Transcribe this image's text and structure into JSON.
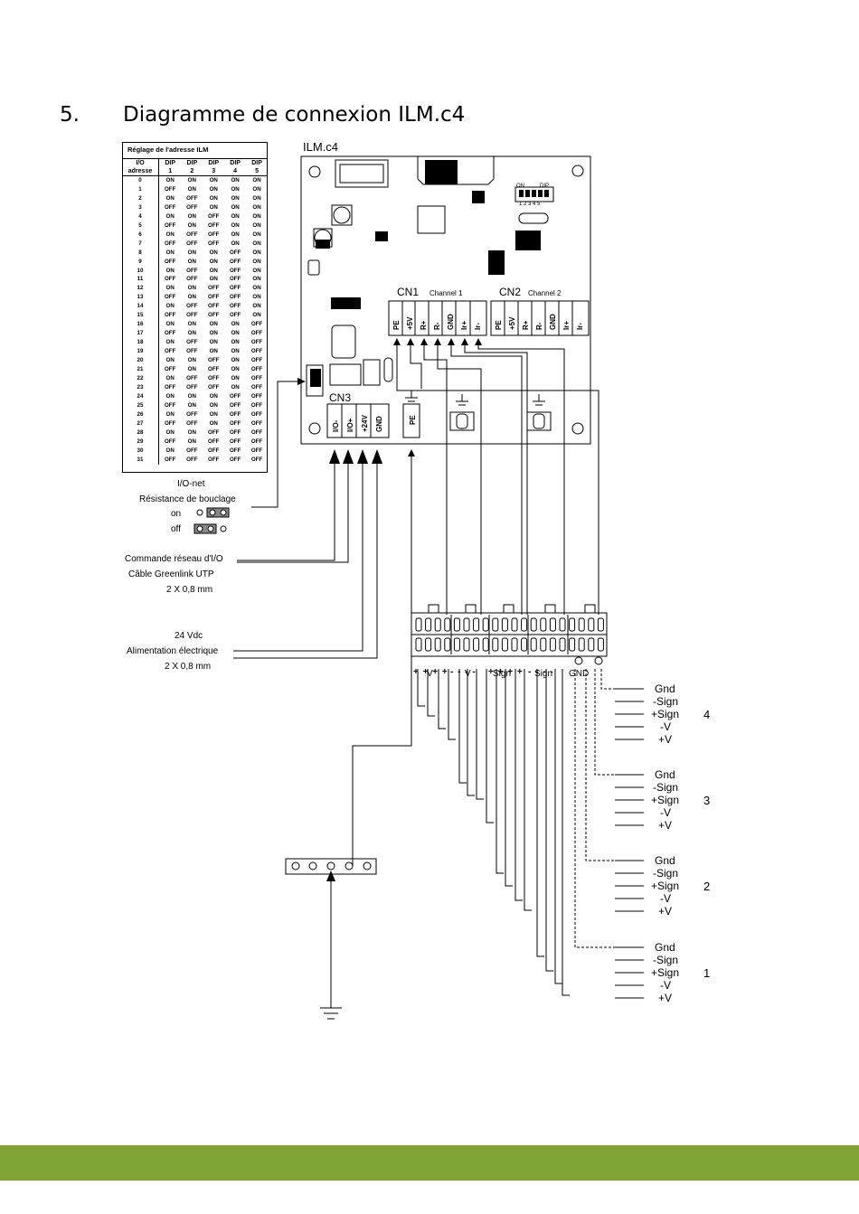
{
  "page": {
    "section_number": "5.",
    "section_title": "Diagramme de connexion ILM.c4",
    "footer_bar_color": "#7fa335"
  },
  "board": {
    "title": "ILM.c4",
    "cn1_label": "CN1",
    "cn1_channel": "Channel 1",
    "cn2_label": "CN2",
    "cn2_channel": "Channel 2",
    "cn3_label": "CN3",
    "cn1_pins": [
      "PE",
      "+5V",
      "R+",
      "R-",
      "GND",
      "Ir+",
      "Ir-"
    ],
    "cn2_pins": [
      "PE",
      "+5V",
      "R+",
      "R-",
      "GND",
      "Ir+",
      "Ir-"
    ],
    "cn3_pins": [
      "I/O-",
      "I/O+",
      "+24V",
      "GND"
    ],
    "pe_pin": "PE",
    "dip_on": "ON",
    "dip_label": "DIP",
    "dip_numbers": "1 2 3 4 5"
  },
  "address_table": {
    "title": "Réglage de l'adresse ILM",
    "col_io": [
      "I/O",
      "adresse"
    ],
    "col_dips": [
      [
        "DIP",
        "1"
      ],
      [
        "DIP",
        "2"
      ],
      [
        "DIP",
        "3"
      ],
      [
        "DIP",
        "4"
      ],
      [
        "DIP",
        "5"
      ]
    ],
    "rows": [
      [
        "0",
        "ON",
        "ON",
        "ON",
        "ON",
        "ON"
      ],
      [
        "1",
        "OFF",
        "ON",
        "ON",
        "ON",
        "ON"
      ],
      [
        "2",
        "ON",
        "OFF",
        "ON",
        "ON",
        "ON"
      ],
      [
        "3",
        "OFF",
        "OFF",
        "ON",
        "ON",
        "ON"
      ],
      [
        "4",
        "ON",
        "ON",
        "OFF",
        "ON",
        "ON"
      ],
      [
        "5",
        "OFF",
        "ON",
        "OFF",
        "ON",
        "ON"
      ],
      [
        "6",
        "ON",
        "OFF",
        "OFF",
        "ON",
        "ON"
      ],
      [
        "7",
        "OFF",
        "OFF",
        "OFF",
        "ON",
        "ON"
      ],
      [
        "8",
        "ON",
        "ON",
        "ON",
        "OFF",
        "ON"
      ],
      [
        "9",
        "OFF",
        "ON",
        "ON",
        "OFF",
        "ON"
      ],
      [
        "10",
        "ON",
        "OFF",
        "ON",
        "OFF",
        "ON"
      ],
      [
        "11",
        "OFF",
        "OFF",
        "ON",
        "OFF",
        "ON"
      ],
      [
        "12",
        "ON",
        "ON",
        "OFF",
        "OFF",
        "ON"
      ],
      [
        "13",
        "OFF",
        "ON",
        "OFF",
        "OFF",
        "ON"
      ],
      [
        "14",
        "ON",
        "OFF",
        "OFF",
        "OFF",
        "ON"
      ],
      [
        "15",
        "OFF",
        "OFF",
        "OFF",
        "OFF",
        "ON"
      ],
      [
        "16",
        "ON",
        "ON",
        "ON",
        "ON",
        "OFF"
      ],
      [
        "17",
        "OFF",
        "ON",
        "ON",
        "ON",
        "OFF"
      ],
      [
        "18",
        "ON",
        "OFF",
        "ON",
        "ON",
        "OFF"
      ],
      [
        "19",
        "OFF",
        "OFF",
        "ON",
        "ON",
        "OFF"
      ],
      [
        "20",
        "ON",
        "ON",
        "OFF",
        "ON",
        "OFF"
      ],
      [
        "21",
        "OFF",
        "ON",
        "OFF",
        "ON",
        "OFF"
      ],
      [
        "22",
        "ON",
        "OFF",
        "OFF",
        "ON",
        "OFF"
      ],
      [
        "23",
        "OFF",
        "OFF",
        "OFF",
        "ON",
        "OFF"
      ],
      [
        "24",
        "ON",
        "ON",
        "ON",
        "OFF",
        "OFF"
      ],
      [
        "25",
        "OFF",
        "ON",
        "ON",
        "OFF",
        "OFF"
      ],
      [
        "26",
        "ON",
        "OFF",
        "ON",
        "OFF",
        "OFF"
      ],
      [
        "27",
        "OFF",
        "OFF",
        "ON",
        "OFF",
        "OFF"
      ],
      [
        "28",
        "ON",
        "ON",
        "OFF",
        "OFF",
        "OFF"
      ],
      [
        "29",
        "OFF",
        "ON",
        "OFF",
        "OFF",
        "OFF"
      ],
      [
        "30",
        "ON",
        "OFF",
        "OFF",
        "OFF",
        "OFF"
      ],
      [
        "31",
        "OFF",
        "OFF",
        "OFF",
        "OFF",
        "OFF"
      ]
    ]
  },
  "io_net": {
    "title": "I/O-net",
    "termination": "Résistance de bouclage",
    "on": "on",
    "off": "off"
  },
  "network_cable": {
    "line1": "Commande réseau d'I/O",
    "line2": "Câble Greenlink UTP",
    "line3": "2 X 0,8  mm"
  },
  "power": {
    "line1": "24  Vdc",
    "line2": "Alimentation électrique",
    "line3": "2 X 0,8  mm"
  },
  "terminal_labels": {
    "signs_a": "+ + + +",
    "v1": "V",
    "signs_b": "- - - -",
    "v2": "V",
    "signs_c": "+ + + +",
    "sign1": "Sign",
    "signs_d": "- - - -",
    "sign2": "Sign",
    "gnd": "GND"
  },
  "channels": [
    {
      "number": "4",
      "labels": [
        "Gnd",
        "-Sign",
        "+Sign",
        "-V",
        "+V"
      ]
    },
    {
      "number": "3",
      "labels": [
        "Gnd",
        "-Sign",
        "+Sign",
        "-V",
        "+V"
      ]
    },
    {
      "number": "2",
      "labels": [
        "Gnd",
        "-Sign",
        "+Sign",
        "-V",
        "+V"
      ]
    },
    {
      "number": "1",
      "labels": [
        "Gnd",
        "-Sign",
        "+Sign",
        "-V",
        "+V"
      ]
    }
  ]
}
